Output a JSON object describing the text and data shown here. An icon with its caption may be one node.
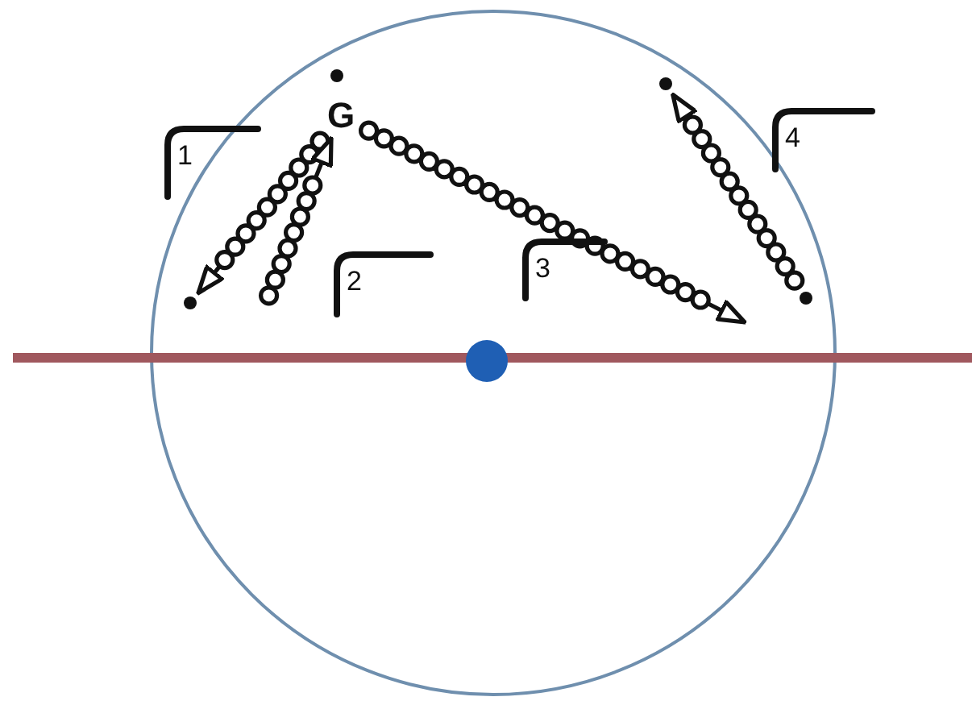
{
  "diagram": {
    "nodes": [
      {
        "text": [],
        "shape": "circle"
      },
      {
        "text": [
          "G"
        ]
      },
      {
        "text": [],
        "shape": "circle"
      },
      {
        "text": [],
        "shape": "circle"
      },
      {
        "text": [],
        "shape": "circle"
      },
      {
        "text": [],
        "shape": "circle"
      }
    ],
    "edges": [
      {
        "from": 1,
        "to": 3,
        "arrow": "to"
      },
      {
        "from": null,
        "to": 1,
        "arrow": "to"
      },
      {
        "from": 1,
        "to": null,
        "arrow": "to"
      },
      {
        "from": 4,
        "to": 2,
        "arrow": "to"
      }
    ],
    "labels": [
      "1",
      "2",
      "3",
      "4"
    ]
  }
}
